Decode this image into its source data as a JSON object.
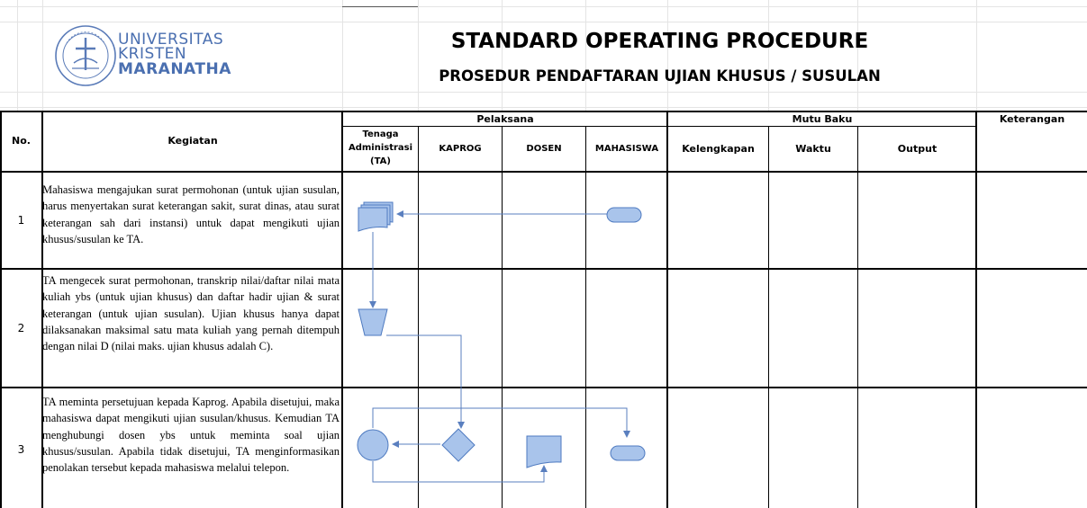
{
  "logo": {
    "line1": "UNIVERSITAS",
    "line2": "KRISTEN",
    "line3": "MARANATHA",
    "seal_text": "KRISTEN MARANATHA BANDUNG"
  },
  "header": {
    "title": "STANDARD OPERATING PROCEDURE",
    "subtitle": "PROSEDUR PENDAFTARAN UJIAN KHUSUS / SUSULAN"
  },
  "table": {
    "col_no": "No.",
    "col_kegiatan": "Kegiatan",
    "group_pelaksana": "Pelaksana",
    "group_mutu": "Mutu Baku",
    "col_keterangan": "Keterangan",
    "col_ta": "Tenaga Administrasi (TA)",
    "col_ta_lines": [
      "Tenaga",
      "Administrasi",
      "(TA)"
    ],
    "col_kaprog": "KAPROG",
    "col_dosen": "DOSEN",
    "col_mahasiswa": "MAHASISWA",
    "col_kelengkapan": "Kelengkapan",
    "col_waktu": "Waktu",
    "col_output": "Output",
    "rows": [
      {
        "no": "1",
        "kegiatan": "Mahasiswa mengajukan surat permohonan (untuk ujian susulan, harus menyertakan surat keterangan sakit, surat dinas, atau surat keterangan sah dari instansi) untuk dapat mengikuti ujian khusus/susulan ke TA."
      },
      {
        "no": "2",
        "kegiatan": "TA mengecek surat permohonan, transkrip nilai/daftar nilai mata kuliah ybs (untuk ujian khusus) dan daftar hadir ujian & surat keterangan (untuk ujian susulan). Ujian khusus hanya dapat dilaksanakan maksimal satu mata kuliah yang pernah ditempuh dengan nilai D (nilai maks. ujian khusus adalah C)."
      },
      {
        "no": "3",
        "kegiatan": "TA meminta persetujuan kepada Kaprog. Apabila disetujui, maka mahasiswa dapat mengikuti ujian susulan/khusus. Kemudian TA menghubungi dosen ybs untuk meminta soal ujian khusus/susulan. Apabila tidak disetujui, TA menginformasikan penolakan tersebut kepada mahasiswa melalui telepon."
      }
    ]
  },
  "colors": {
    "shape_fill": "#a9c4eb",
    "shape_stroke": "#4e7ac0",
    "logo_blue": "#4a6fb0",
    "connector": "#5a7fbf"
  }
}
